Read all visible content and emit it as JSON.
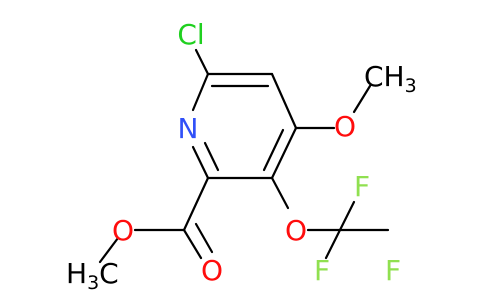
{
  "atoms": {
    "cl": "Cl",
    "n": "N",
    "o_methoxy": "O",
    "ch3_methoxy": {
      "main": "CH",
      "sub": "3"
    },
    "o_trifluoromethoxy": "O",
    "f_top": "F",
    "f_bottom_left": "F",
    "f_bottom_right": "F",
    "o_ester_single": "O",
    "o_carbonyl": "O",
    "h3c_ester": {
      "main": "H",
      "sub": "3",
      "tail": "C"
    }
  },
  "colors": {
    "bond": "#000000",
    "carbon_hydrogen": "#000000",
    "nitrogen": "#3050f8",
    "oxygen": "#ff0d0d",
    "chlorine": "#1fd01f",
    "fluorine": "#90e050"
  }
}
